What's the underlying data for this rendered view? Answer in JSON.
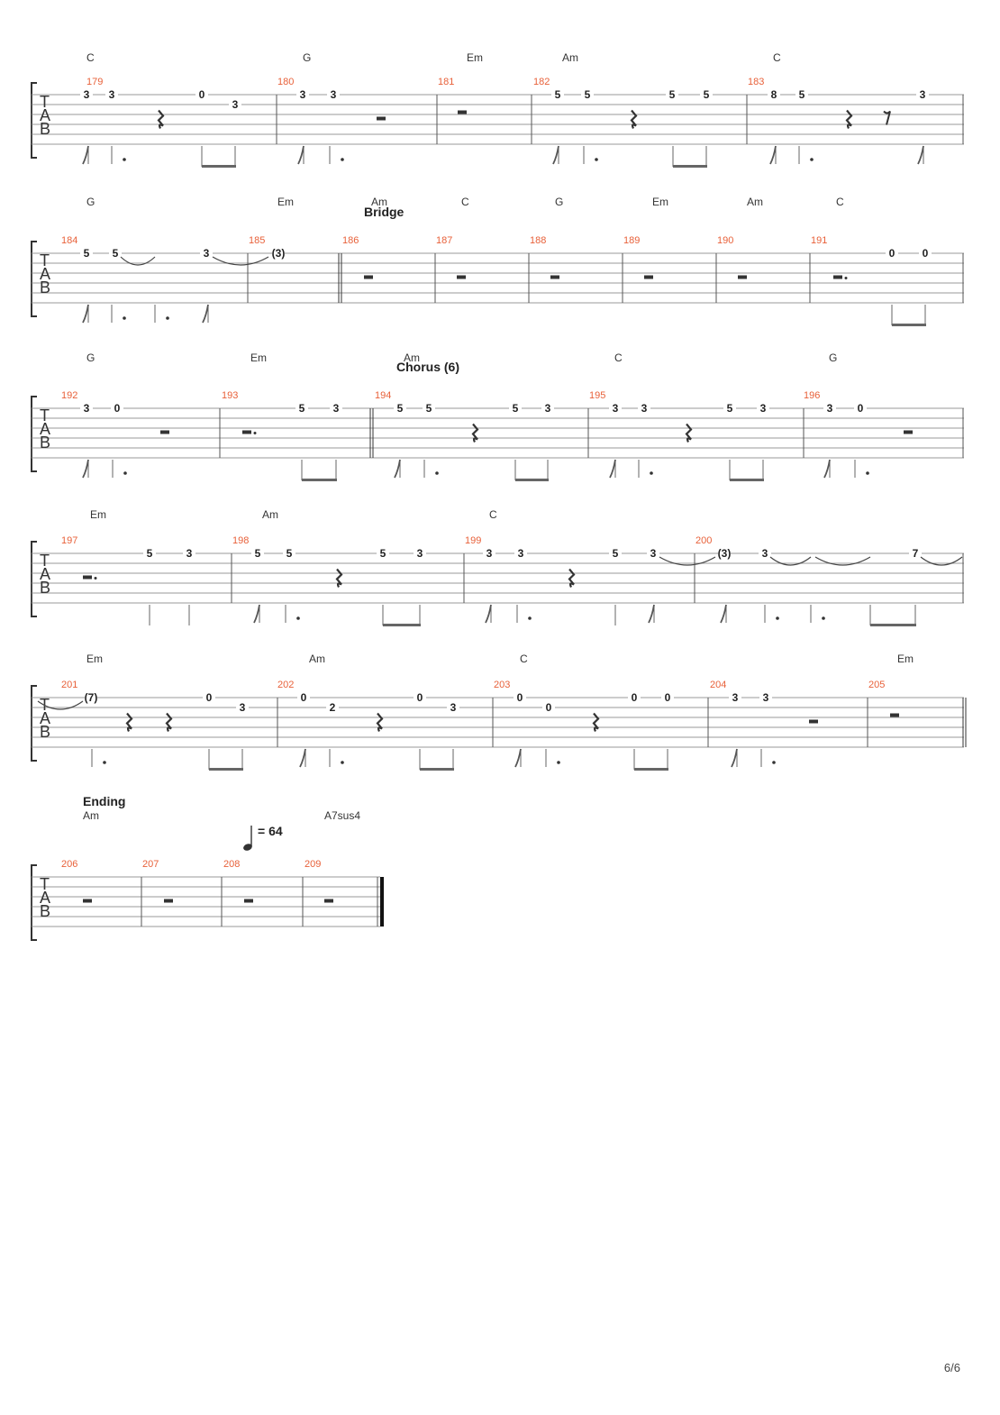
{
  "page": {
    "number": "6/6"
  },
  "tempo": {
    "value": "= 64"
  },
  "systems": [
    {
      "sections": [],
      "chords": [
        "C",
        "G",
        "Em",
        "Am",
        "C"
      ],
      "measures": [
        {
          "number": "179",
          "notes": [
            {
              "fret": "3",
              "string": 1
            },
            {
              "fret": "3",
              "string": 1
            },
            {
              "fret": "0",
              "string": 1
            },
            {
              "fret": "3",
              "string": 2
            }
          ]
        },
        {
          "number": "180",
          "notes": [
            {
              "fret": "3",
              "string": 1
            },
            {
              "fret": "3",
              "string": 1
            }
          ]
        },
        {
          "number": "181",
          "notes": []
        },
        {
          "number": "182",
          "notes": [
            {
              "fret": "5",
              "string": 1
            },
            {
              "fret": "5",
              "string": 1
            },
            {
              "fret": "5",
              "string": 1
            },
            {
              "fret": "5",
              "string": 1
            }
          ]
        },
        {
          "number": "183",
          "notes": [
            {
              "fret": "8",
              "string": 1
            },
            {
              "fret": "5",
              "string": 1
            },
            {
              "fret": "3",
              "string": 1
            }
          ]
        }
      ]
    },
    {
      "sections": [
        "Bridge"
      ],
      "chords": [
        "G",
        "Em",
        "Am",
        "C",
        "G",
        "Em",
        "Am",
        "C"
      ],
      "measures": [
        {
          "number": "184",
          "notes": [
            {
              "fret": "5",
              "string": 1
            },
            {
              "fret": "5",
              "string": 1
            },
            {
              "fret": "3",
              "string": 1
            }
          ]
        },
        {
          "number": "185",
          "notes": [
            {
              "fret": "(3)",
              "string": 1
            }
          ]
        },
        {
          "number": "186",
          "notes": []
        },
        {
          "number": "187",
          "notes": []
        },
        {
          "number": "188",
          "notes": []
        },
        {
          "number": "189",
          "notes": []
        },
        {
          "number": "190",
          "notes": []
        },
        {
          "number": "191",
          "notes": [
            {
              "fret": "0",
              "string": 1
            },
            {
              "fret": "0",
              "string": 1
            }
          ]
        }
      ]
    },
    {
      "sections": [
        "Chorus (6)"
      ],
      "chords": [
        "G",
        "Em",
        "Am",
        "C",
        "G"
      ],
      "measures": [
        {
          "number": "192",
          "notes": [
            {
              "fret": "3",
              "string": 1
            },
            {
              "fret": "0",
              "string": 1
            }
          ]
        },
        {
          "number": "193",
          "notes": [
            {
              "fret": "5",
              "string": 1
            },
            {
              "fret": "3",
              "string": 1
            }
          ]
        },
        {
          "number": "194",
          "notes": [
            {
              "fret": "5",
              "string": 1
            },
            {
              "fret": "5",
              "string": 1
            },
            {
              "fret": "5",
              "string": 1
            },
            {
              "fret": "3",
              "string": 1
            }
          ]
        },
        {
          "number": "195",
          "notes": [
            {
              "fret": "3",
              "string": 1
            },
            {
              "fret": "3",
              "string": 1
            },
            {
              "fret": "5",
              "string": 1
            },
            {
              "fret": "3",
              "string": 1
            }
          ]
        },
        {
          "number": "196",
          "notes": [
            {
              "fret": "3",
              "string": 1
            },
            {
              "fret": "0",
              "string": 1
            }
          ]
        }
      ]
    },
    {
      "sections": [],
      "chords": [
        "Em",
        "Am",
        "C"
      ],
      "measures": [
        {
          "number": "197",
          "notes": [
            {
              "fret": "5",
              "string": 1
            },
            {
              "fret": "3",
              "string": 1
            }
          ]
        },
        {
          "number": "198",
          "notes": [
            {
              "fret": "5",
              "string": 1
            },
            {
              "fret": "5",
              "string": 1
            },
            {
              "fret": "5",
              "string": 1
            },
            {
              "fret": "3",
              "string": 1
            }
          ]
        },
        {
          "number": "199",
          "notes": [
            {
              "fret": "3",
              "string": 1
            },
            {
              "fret": "3",
              "string": 1
            },
            {
              "fret": "5",
              "string": 1
            },
            {
              "fret": "3",
              "string": 1
            }
          ]
        },
        {
          "number": "200",
          "notes": [
            {
              "fret": "(3)",
              "string": 1
            },
            {
              "fret": "3",
              "string": 1
            },
            {
              "fret": "7",
              "string": 1
            }
          ]
        }
      ]
    },
    {
      "sections": [],
      "chords": [
        "Em",
        "Am",
        "C",
        "Em"
      ],
      "measures": [
        {
          "number": "201",
          "notes": [
            {
              "fret": "(7)",
              "string": 1
            },
            {
              "fret": "0",
              "string": 1
            },
            {
              "fret": "3",
              "string": 2
            }
          ]
        },
        {
          "number": "202",
          "notes": [
            {
              "fret": "0",
              "string": 1
            },
            {
              "fret": "2",
              "string": 2
            },
            {
              "fret": "0",
              "string": 1
            },
            {
              "fret": "3",
              "string": 2
            }
          ]
        },
        {
          "number": "203",
          "notes": [
            {
              "fret": "0",
              "string": 1
            },
            {
              "fret": "0",
              "string": 2
            },
            {
              "fret": "0",
              "string": 1
            },
            {
              "fret": "0",
              "string": 1
            }
          ]
        },
        {
          "number": "204",
          "notes": [
            {
              "fret": "3",
              "string": 1
            },
            {
              "fret": "3",
              "string": 1
            }
          ]
        },
        {
          "number": "205",
          "notes": []
        }
      ]
    },
    {
      "sections": [
        "Ending"
      ],
      "chords": [
        "Am",
        "A7sus4"
      ],
      "measures": [
        {
          "number": "206",
          "notes": []
        },
        {
          "number": "207",
          "notes": []
        },
        {
          "number": "208",
          "notes": []
        },
        {
          "number": "209",
          "notes": []
        }
      ]
    }
  ],
  "style": {
    "measure_number_color": "#e8613a",
    "line_color": "#9a9a9a",
    "text_color": "#222222"
  }
}
